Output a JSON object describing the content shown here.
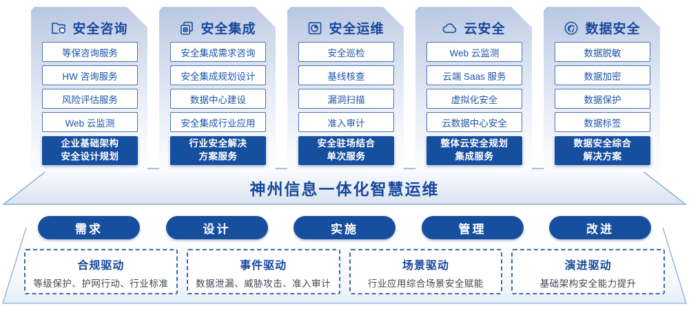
{
  "colors": {
    "primary": "#174f9f",
    "text_blue": "#17489c",
    "box_border": "#4a71b2",
    "dashed_border": "#3a66ad",
    "card_gradient_top": "#b7c6e1",
    "card_gradient_bottom": "#fbfcfe"
  },
  "banner": {
    "title": "神州信息一体化智慧运维"
  },
  "columns": [
    {
      "icon": "folder-shield-icon",
      "title": "安全咨询",
      "items": [
        "等保咨询服务",
        "HW 咨询服务",
        "风险评估服务",
        "Web 云监测"
      ],
      "highlight": [
        "企业基础架构",
        "安全设计规划"
      ]
    },
    {
      "icon": "documents-icon",
      "title": "安全集成",
      "items": [
        "安全集成需求咨询",
        "安全集成规划设计",
        "数据中心建设",
        "安全集成行业应用"
      ],
      "highlight": [
        "行业安全解决",
        "方案服务"
      ]
    },
    {
      "icon": "folder-chart-icon",
      "title": "安全运维",
      "items": [
        "安全巡检",
        "基线核查",
        "漏洞扫描",
        "准入审计"
      ],
      "highlight": [
        "安全驻场结合",
        "单次服务"
      ]
    },
    {
      "icon": "cloud-icon",
      "title": "云安全",
      "items": [
        "Web 云监测",
        "云端 Saas 服务",
        "虚拟化安全",
        "云数据中心安全"
      ],
      "highlight": [
        "整体云安全规划",
        "集成服务"
      ]
    },
    {
      "icon": "fingerprint-icon",
      "title": "数据安全",
      "items": [
        "数据脱敏",
        "数据加密",
        "数据保护",
        "数据标签"
      ],
      "highlight": [
        "数据安全综合",
        "解决方案"
      ]
    }
  ],
  "phases": [
    "需求",
    "设计",
    "实施",
    "管理",
    "改进"
  ],
  "drivers": [
    {
      "title": "合规驱动",
      "desc": "等级保护、护网行动、行业标准"
    },
    {
      "title": "事件驱动",
      "desc": "数据泄漏、威胁攻击、准入审计"
    },
    {
      "title": "场景驱动",
      "desc": "行业应用综合场景安全赋能"
    },
    {
      "title": "演进驱动",
      "desc": "基础架构安全能力提升"
    }
  ]
}
